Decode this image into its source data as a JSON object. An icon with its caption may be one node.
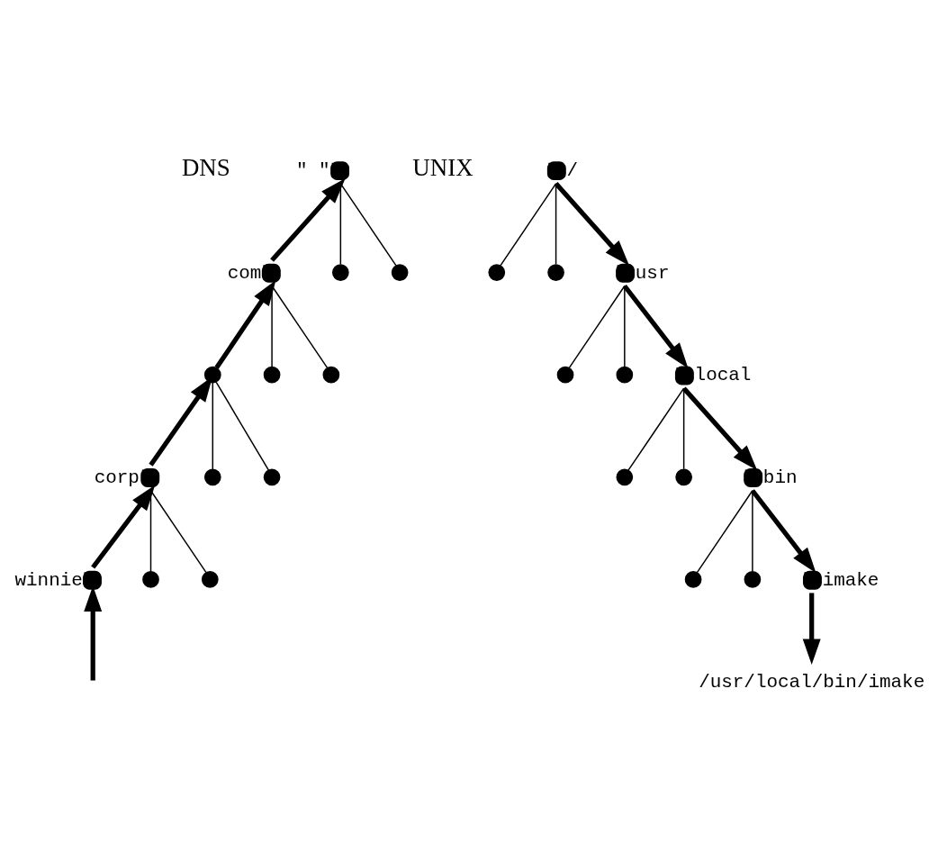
{
  "diagram": {
    "nodes": [
      {
        "text": [],
        "shape": "circle",
        "beside": [
          "\" \""
        ]
      },
      {
        "text": [],
        "shape": "circle",
        "beside": [
          "com"
        ]
      },
      {
        "text": [],
        "shape": "circle"
      },
      {
        "text": [],
        "shape": "circle"
      },
      {
        "text": [],
        "shape": "circle"
      },
      {
        "text": [],
        "shape": "circle"
      },
      {
        "text": [],
        "shape": "circle"
      },
      {
        "text": [],
        "shape": "circle",
        "beside": [
          "corp"
        ]
      },
      {
        "text": [],
        "shape": "circle"
      },
      {
        "text": [],
        "shape": "circle"
      },
      {
        "text": [],
        "shape": "circle",
        "beside": [
          "winnie"
        ]
      },
      {
        "text": [],
        "shape": "circle"
      },
      {
        "text": [],
        "shape": "circle"
      },
      {
        "text": [],
        "shape": "circle",
        "beside": [
          "/"
        ]
      },
      {
        "text": [],
        "shape": "circle"
      },
      {
        "text": [],
        "shape": "circle"
      },
      {
        "text": [],
        "shape": "circle",
        "beside": [
          "usr"
        ]
      },
      {
        "text": [],
        "shape": "circle"
      },
      {
        "text": [],
        "shape": "circle"
      },
      {
        "text": [],
        "shape": "circle",
        "beside": [
          "local"
        ]
      },
      {
        "text": [],
        "shape": "circle"
      },
      {
        "text": [],
        "shape": "circle"
      },
      {
        "text": [],
        "shape": "circle",
        "beside": [
          "bin"
        ]
      },
      {
        "text": [],
        "shape": "circle"
      },
      {
        "text": [],
        "shape": "circle"
      },
      {
        "text": [],
        "shape": "circle",
        "beside": [
          "imake"
        ]
      },
      {
        "text": [
          "/usr/local/bin/imake"
        ]
      }
    ],
    "edges": [
      {
        "from": 1,
        "to": 0,
        "arrow": "to",
        "style": "thick"
      },
      {
        "from": 0,
        "to": 2,
        "arrow": "none"
      },
      {
        "from": 0,
        "to": 3,
        "arrow": "none"
      },
      {
        "from": 4,
        "to": 1,
        "arrow": "to",
        "style": "thick"
      },
      {
        "from": 1,
        "to": 5,
        "arrow": "none"
      },
      {
        "from": 1,
        "to": 6,
        "arrow": "none"
      },
      {
        "from": 7,
        "to": 4,
        "arrow": "to",
        "style": "thick"
      },
      {
        "from": 4,
        "to": 8,
        "arrow": "none"
      },
      {
        "from": 4,
        "to": 9,
        "arrow": "none"
      },
      {
        "from": 10,
        "to": 7,
        "arrow": "to",
        "style": "thick"
      },
      {
        "from": 7,
        "to": 11,
        "arrow": "none"
      },
      {
        "from": 7,
        "to": 12,
        "arrow": "none"
      },
      {
        "from": null,
        "to": 10,
        "arrow": "to",
        "style": "thick"
      },
      {
        "from": 13,
        "to": 14,
        "arrow": "none"
      },
      {
        "from": 13,
        "to": 15,
        "arrow": "none"
      },
      {
        "from": 13,
        "to": 16,
        "arrow": "to",
        "style": "thick"
      },
      {
        "from": 16,
        "to": 17,
        "arrow": "none"
      },
      {
        "from": 16,
        "to": 18,
        "arrow": "none"
      },
      {
        "from": 16,
        "to": 19,
        "arrow": "to",
        "style": "thick"
      },
      {
        "from": 19,
        "to": 20,
        "arrow": "none"
      },
      {
        "from": 19,
        "to": 21,
        "arrow": "none"
      },
      {
        "from": 19,
        "to": 22,
        "arrow": "to",
        "style": "thick"
      },
      {
        "from": 22,
        "to": 23,
        "arrow": "none"
      },
      {
        "from": 22,
        "to": 24,
        "arrow": "none"
      },
      {
        "from": 22,
        "to": 25,
        "arrow": "to",
        "style": "thick"
      },
      {
        "from": 25,
        "to": 26,
        "arrow": "to",
        "style": "thick"
      }
    ],
    "labels": [
      "DNS",
      "UNIX"
    ]
  }
}
